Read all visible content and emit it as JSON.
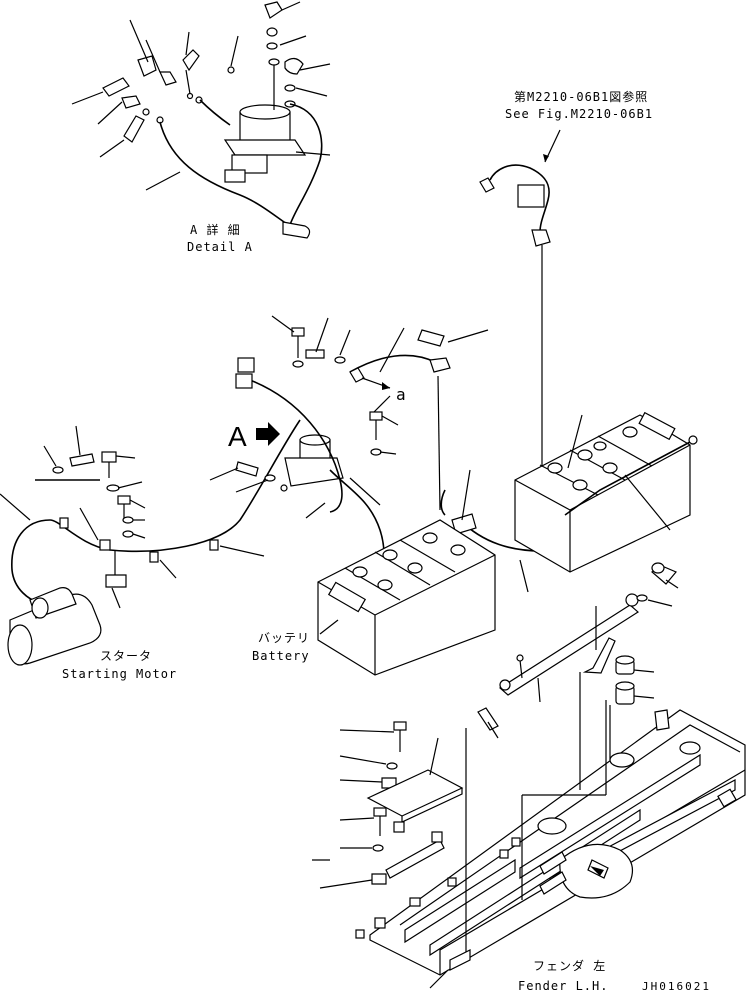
{
  "labels": {
    "detail_a_jp": "A 詳 細",
    "detail_a_en": "Detail A",
    "see_fig_jp": "第M2210-06B1図参照",
    "see_fig_en": "See Fig.M2210-06B1",
    "callout_a": "A",
    "callout_a_small": "a",
    "battery_jp": "バッテリ",
    "battery_en": "Battery",
    "starter_jp": "スタータ",
    "starter_en": "Starting Motor",
    "fender_jp": "フェンダ 左",
    "fender_en": "Fender L.H.",
    "drawing_no": "JH016021"
  },
  "icons": {
    "view_arrow": "arrow-right-filled"
  }
}
